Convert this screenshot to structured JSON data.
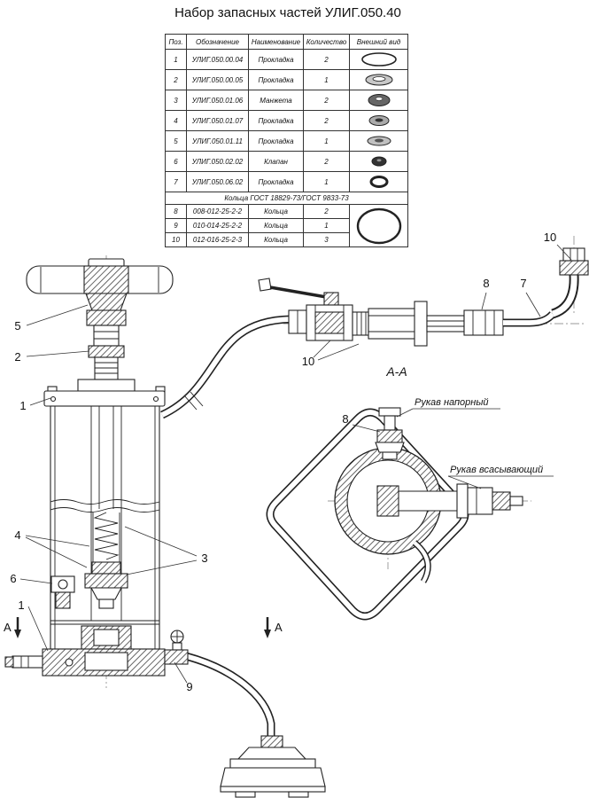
{
  "title": "Набор запасных частей УЛИГ.050.40",
  "table": {
    "headers": {
      "pos": "Поз.",
      "designation": "Обозначение",
      "name": "Наименование",
      "qty": "Количество",
      "view": "Внешний вид"
    },
    "rows": [
      {
        "pos": "1",
        "designation": "УЛИГ.050.00.04",
        "name": "Прокладка",
        "qty": "2",
        "icon": "o-ring"
      },
      {
        "pos": "2",
        "designation": "УЛИГ.050.00.05",
        "name": "Прокладка",
        "qty": "1",
        "icon": "flat-gasket"
      },
      {
        "pos": "3",
        "designation": "УЛИГ.050.01.06",
        "name": "Манжета",
        "qty": "2",
        "icon": "cup-seal"
      },
      {
        "pos": "4",
        "designation": "УЛИГ.050.01.07",
        "name": "Прокладка",
        "qty": "2",
        "icon": "washer"
      },
      {
        "pos": "5",
        "designation": "УЛИГ.050.01.11",
        "name": "Прокладка",
        "qty": "1",
        "icon": "flat-washer"
      },
      {
        "pos": "6",
        "designation": "УЛИГ.050.02.02",
        "name": "Клапан",
        "qty": "2",
        "icon": "valve-disc"
      },
      {
        "pos": "7",
        "designation": "УЛИГ.050.06.02",
        "name": "Прокладка",
        "qty": "1",
        "icon": "seal-ring"
      }
    ],
    "group_note": "Кольца ГОСТ 18829-73/ГОСТ 9833-73",
    "ring_rows": [
      {
        "pos": "8",
        "designation": "008-012-25-2-2",
        "name": "Кольца",
        "qty": "2"
      },
      {
        "pos": "9",
        "designation": "010-014-25-2-2",
        "name": "Кольца",
        "qty": "1"
      },
      {
        "pos": "10",
        "designation": "012-016-25-2-3",
        "name": "Кольца",
        "qty": "3"
      }
    ],
    "ring_icon": "large-o-ring"
  },
  "drawing": {
    "section_label": "А-А",
    "section_marker": "А",
    "labels": {
      "pressure_hose": "Рукав напорный",
      "suction_hose": "Рукав всасывающий"
    },
    "callouts": {
      "c5": "5",
      "c2": "2",
      "c1a": "1",
      "c4": "4",
      "c3": "3",
      "c6": "6",
      "c1b": "1",
      "c9": "9",
      "c10a": "10",
      "c8a": "8",
      "c7": "7",
      "c10b": "10",
      "c8b": "8"
    }
  }
}
